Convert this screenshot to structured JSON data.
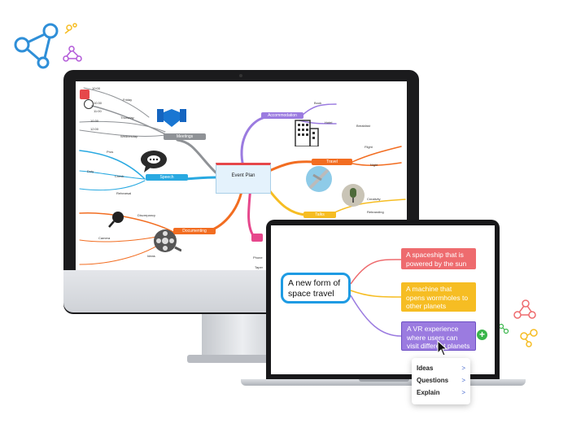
{
  "imac": {
    "central": "Event Plan",
    "main_topics": {
      "meetings": "Meetings",
      "speech": "Speech",
      "documenting": "Documenting",
      "accommodation": "Accommodation",
      "travel": "Travel",
      "talks": "Talks"
    },
    "subtopics": {
      "friday": "Friday",
      "thursday": "Thursday",
      "wednesday": "Wednesday",
      "pros": "Pros",
      "check": "Check",
      "rehearsal": "Rehearsal",
      "duty": "Duty",
      "discrepancy": "Discrepancy",
      "ideas": "Ideas",
      "camera": "Camera",
      "book": "Book",
      "hotel": "Hotel",
      "flight": "Flight",
      "night": "Night",
      "creativity": "Creativity",
      "rebranding": "Rebranding",
      "breakfast": "Breakfast",
      "night2": "Night",
      "lunch": "Lunch",
      "phone": "Phone",
      "taper": "Taper",
      "times": [
        "10:00",
        "10:30",
        "11:00",
        "10:30",
        "12:00"
      ]
    }
  },
  "laptop": {
    "central": "A new form of space travel",
    "ideas": [
      "A spaceship that is powered by the sun",
      "A machine that opens wormholes to other planets",
      "A VR experience where users can visit different planets"
    ],
    "add_button": "+",
    "menu": [
      {
        "label": "Ideas",
        "chevron": ">"
      },
      {
        "label": "Questions",
        "chevron": ">"
      },
      {
        "label": "Explain",
        "chevron": ">"
      }
    ]
  },
  "colors": {
    "central_border": "#1e9be3",
    "red": "#ee6b6e",
    "yellow": "#f6bd23",
    "purple": "#9b7be0",
    "green": "#39b54a",
    "meetings": "#8f9296",
    "speech": "#29a9e1",
    "documenting": "#f26d21",
    "accommodation": "#9b7be0",
    "travel": "#f26d21",
    "talks": "#f6bd23"
  }
}
